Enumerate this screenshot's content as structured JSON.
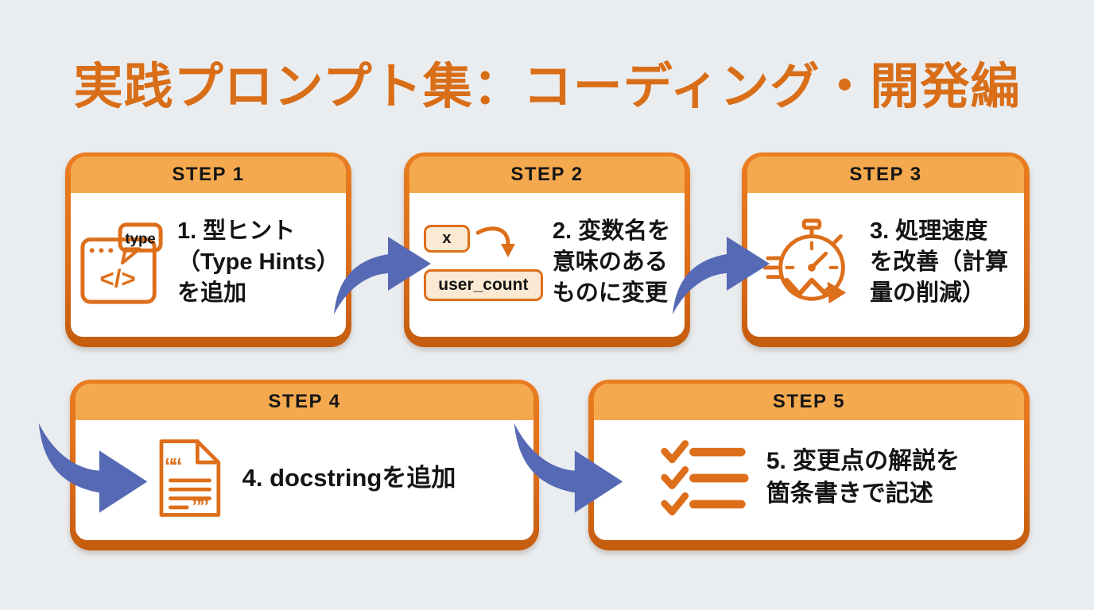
{
  "page": {
    "title": "実践プロンプト集：コーディング・開発編"
  },
  "colors": {
    "background": "#EAEDF0",
    "orange_accent": "#DD6E1A",
    "orange_header_fill": "#F5A94E",
    "orange_title": "#D96E18",
    "arrow_blue": "#5669B5",
    "chip_fill": "#FBE9D4",
    "text": "#141414"
  },
  "steps": [
    {
      "header": "STEP 1",
      "lines": [
        "1. 型ヒント",
        "（Type Hints）",
        "を追加"
      ],
      "icon": "code-window-type-icon",
      "icon_text": {
        "bubble": "type",
        "code": "</>"
      }
    },
    {
      "header": "STEP 2",
      "lines": [
        "2. 変数名を",
        "意味のある",
        "ものに変更"
      ],
      "icon": "variable-rename-icon",
      "icon_text": {
        "before": "x",
        "after": "user_count"
      }
    },
    {
      "header": "STEP 3",
      "lines": [
        "3. 処理速度",
        "を改善（計算",
        "量の削減）"
      ],
      "icon": "stopwatch-speed-icon"
    },
    {
      "header": "STEP 4",
      "lines": [
        "4. docstringを追加"
      ],
      "icon": "docstring-document-icon",
      "icon_text": {
        "quotes_open": "““",
        "quotes_close": "””"
      }
    },
    {
      "header": "STEP 5",
      "lines": [
        "5. 変更点の解説を",
        "箇条書きで記述"
      ],
      "icon": "checklist-icon"
    }
  ]
}
